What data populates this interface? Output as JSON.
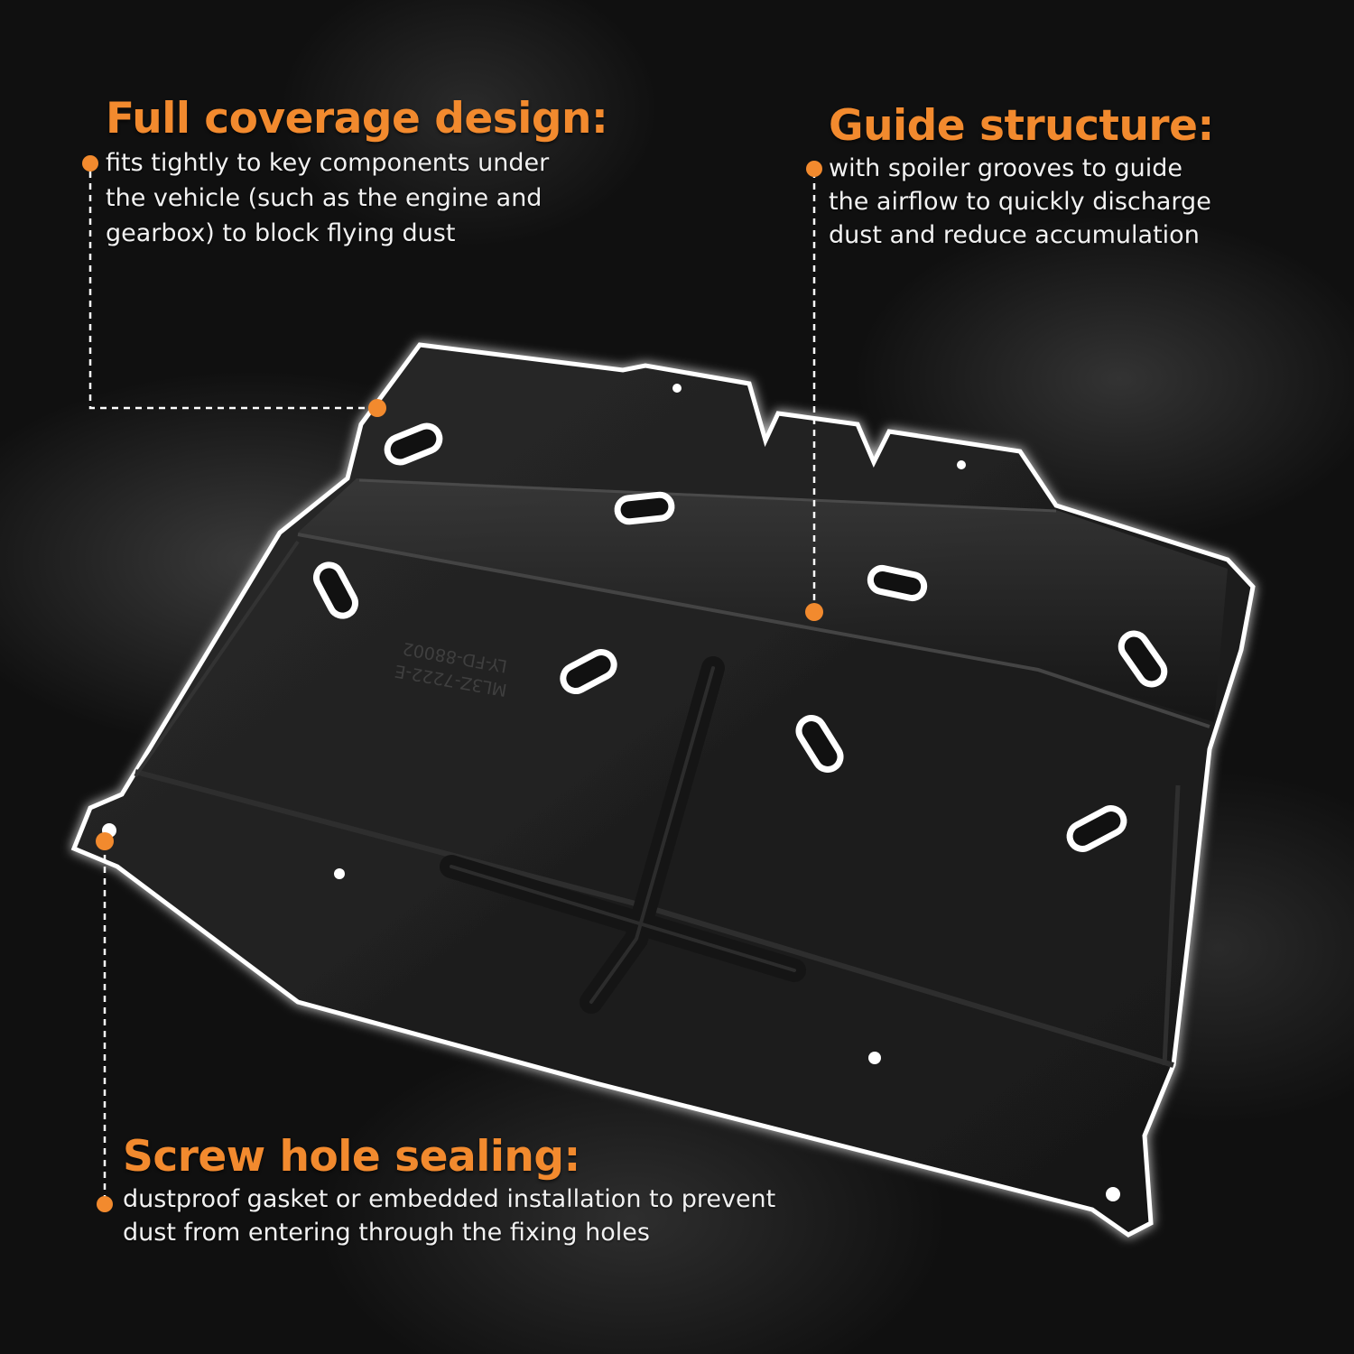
{
  "callouts": {
    "full_coverage": {
      "title": "Full coverage design:",
      "lines": [
        "fits tightly to key components under",
        "the vehicle (such as the engine and",
        "gearbox) to block flying dust"
      ]
    },
    "guide_structure": {
      "title": "Guide structure:",
      "lines": [
        "with spoiler grooves to guide",
        "the airflow to quickly discharge",
        "dust and reduce accumulation"
      ]
    },
    "screw_hole": {
      "title": "Screw hole sealing:",
      "lines": [
        "dustproof gasket or embedded installation to prevent",
        "dust from entering through the fixing holes"
      ]
    }
  },
  "part_marking": [
    "LY-FD-88002",
    "ML3Z-7222-E"
  ],
  "colors": {
    "accent": "#f28a2e",
    "text": "#f2f2f2",
    "background": "#101010",
    "panel": "#1e1e1e",
    "outline_glow": "#ffffff"
  }
}
